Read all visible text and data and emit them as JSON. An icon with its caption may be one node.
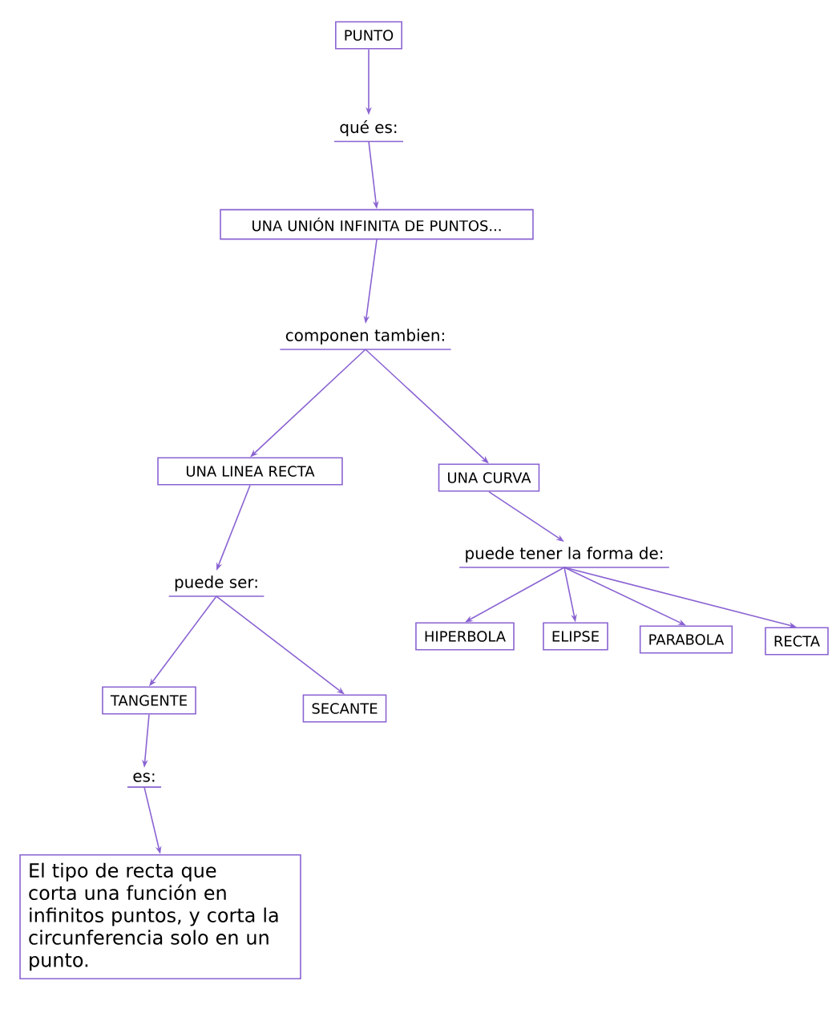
{
  "diagram": {
    "nodes": [
      {
        "text": [
          "PUNTO"
        ]
      },
      {
        "text": [
          "qué es:"
        ]
      },
      {
        "text": [
          "UNA UNIÓN INFINITA DE PUNTOS..."
        ]
      },
      {
        "text": [
          "componen tambien:"
        ]
      },
      {
        "text": [
          "UNA LINEA RECTA"
        ]
      },
      {
        "text": [
          "UNA CURVA"
        ]
      },
      {
        "text": [
          "puede ser:"
        ]
      },
      {
        "text": [
          "puede tener la forma de:"
        ]
      },
      {
        "text": [
          "HIPERBOLA"
        ]
      },
      {
        "text": [
          "ELIPSE"
        ]
      },
      {
        "text": [
          "PARABOLA"
        ]
      },
      {
        "text": [
          "RECTA"
        ]
      },
      {
        "text": [
          "TANGENTE"
        ]
      },
      {
        "text": [
          "SECANTE"
        ]
      },
      {
        "text": [
          "es:"
        ]
      },
      {
        "text": [
          "El tipo de recta que corta una función en infinitos puntos, y corta la circunferencia solo en un punto."
        ]
      }
    ],
    "edges": [
      {
        "from": 0,
        "to": 1,
        "arrow": "to"
      },
      {
        "from": 1,
        "to": 2,
        "arrow": "to"
      },
      {
        "from": 2,
        "to": 3,
        "arrow": "to"
      },
      {
        "from": 3,
        "to": 4,
        "arrow": "to"
      },
      {
        "from": 3,
        "to": 5,
        "arrow": "to"
      },
      {
        "from": 4,
        "to": 6,
        "arrow": "to"
      },
      {
        "from": 5,
        "to": 7,
        "arrow": "to"
      },
      {
        "from": 6,
        "to": 12,
        "arrow": "to"
      },
      {
        "from": 6,
        "to": 13,
        "arrow": "to"
      },
      {
        "from": 7,
        "to": 8,
        "arrow": "to"
      },
      {
        "from": 7,
        "to": 9,
        "arrow": "to"
      },
      {
        "from": 7,
        "to": 10,
        "arrow": "to"
      },
      {
        "from": 7,
        "to": 11,
        "arrow": "to"
      },
      {
        "from": 12,
        "to": 14,
        "arrow": "to"
      },
      {
        "from": 14,
        "to": 15,
        "arrow": "to"
      }
    ]
  }
}
